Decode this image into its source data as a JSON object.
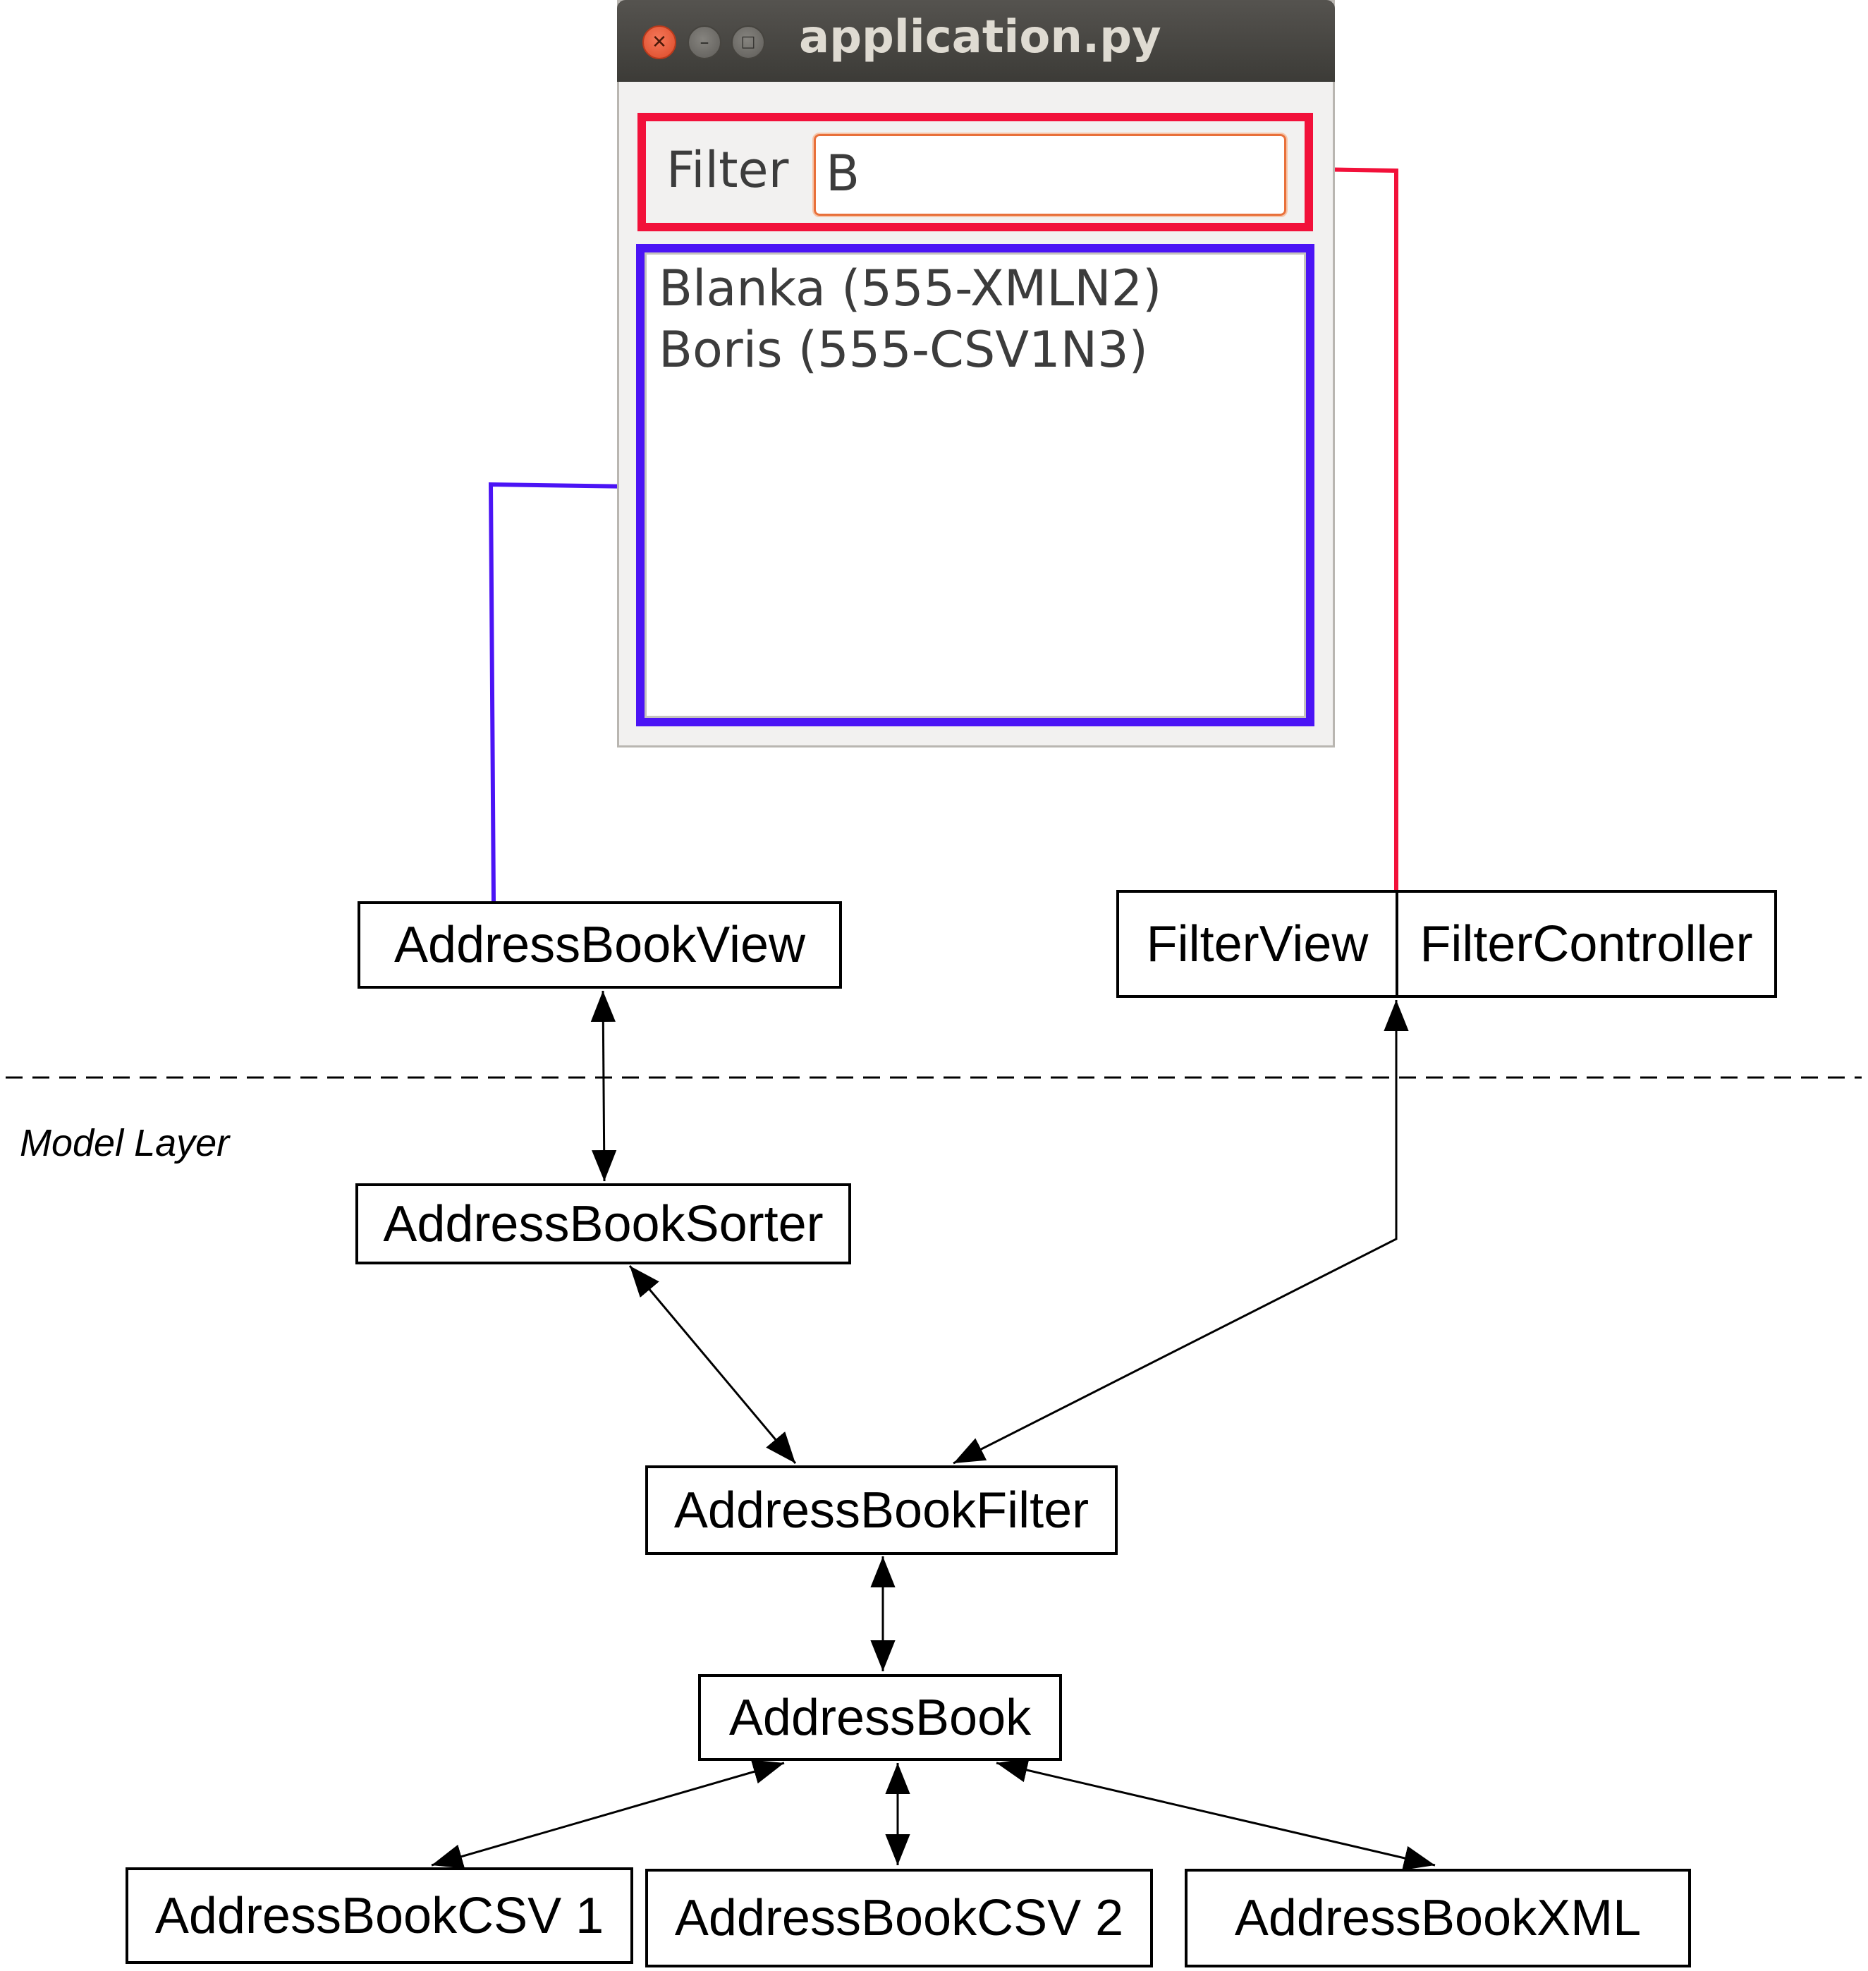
{
  "window": {
    "title": "application.py",
    "buttons": {
      "close": "✕",
      "minimize": "–",
      "maximize": "□"
    },
    "filter_label": "Filter",
    "filter_value": "B",
    "list_items": [
      "Blanka (555-XMLN2)",
      "Boris (555-CSV1N3)"
    ]
  },
  "diagram": {
    "boxes": {
      "address_book_view": "AddressBookView",
      "filter_view": "FilterView",
      "filter_controller": "FilterController",
      "address_book_sorter": "AddressBookSorter",
      "address_book_filter": "AddressBookFilter",
      "address_book": "AddressBook",
      "address_book_csv1": "AddressBookCSV 1",
      "address_book_csv2": "AddressBookCSV 2",
      "address_book_xml": "AddressBookXML"
    },
    "layer_label": "Model Layer"
  },
  "colors": {
    "filter_highlight": "#f2113a",
    "list_highlight": "#4b14f5",
    "titlebar": "#3c3b37",
    "window_bg": "#f2f1f0"
  }
}
